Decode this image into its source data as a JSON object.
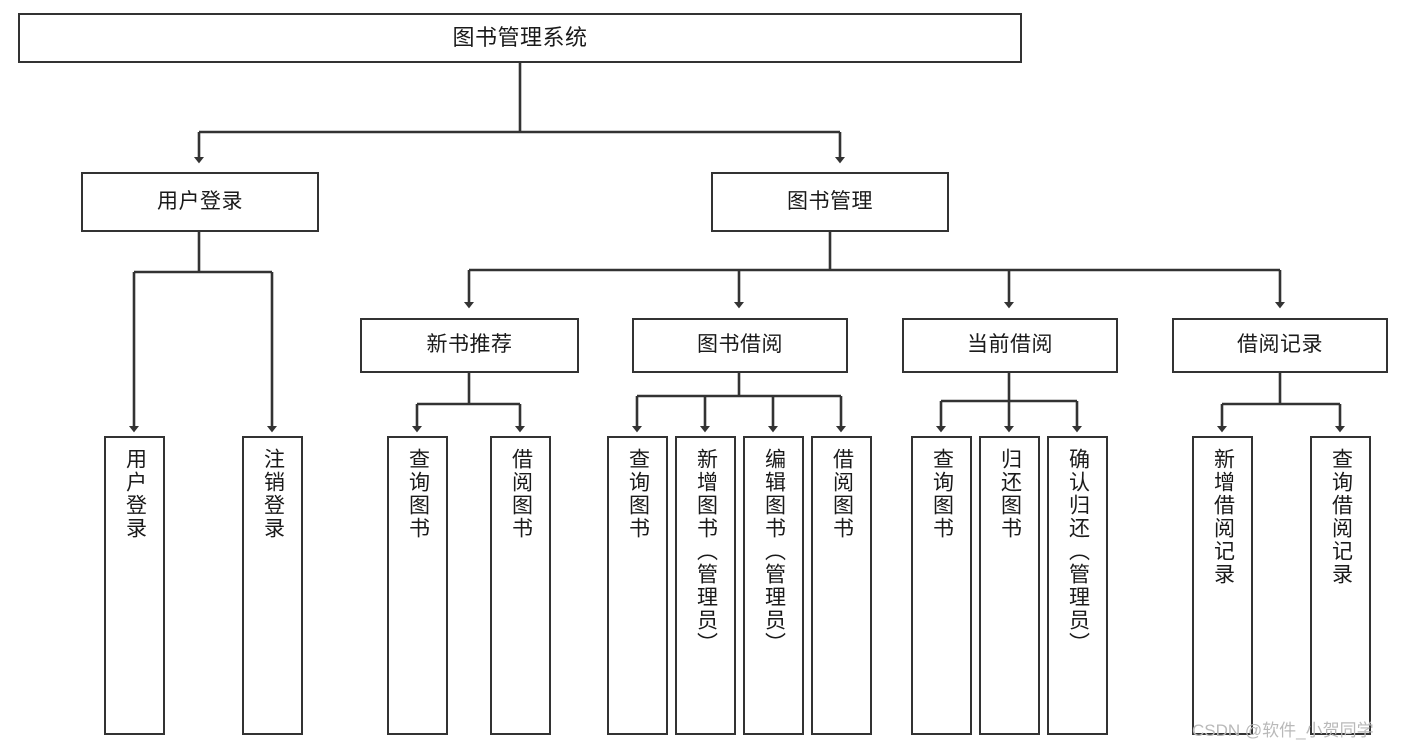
{
  "diagram": {
    "title": "图书管理系统",
    "watermark": "CSDN @软件_小贺同学",
    "stroke_color": "#333333",
    "background_color": "#ffffff",
    "text_color": "#1a1a1a",
    "nodes": {
      "root": {
        "label": "图书管理系统"
      },
      "level1": [
        {
          "label": "用户登录"
        },
        {
          "label": "图书管理"
        }
      ],
      "level2": [
        {
          "label": "新书推荐"
        },
        {
          "label": "图书借阅"
        },
        {
          "label": "当前借阅"
        },
        {
          "label": "借阅记录"
        }
      ],
      "leaves_user_login": [
        {
          "label": "用户登录"
        },
        {
          "label": "注销登录"
        }
      ],
      "leaves_new_book": [
        {
          "label": "查询图书"
        },
        {
          "label": "借阅图书"
        }
      ],
      "leaves_borrow": [
        {
          "label": "查询图书"
        },
        {
          "label": "新增图书（管理员）"
        },
        {
          "label": "编辑图书（管理员）"
        },
        {
          "label": "借阅图书"
        }
      ],
      "leaves_current": [
        {
          "label": "查询图书"
        },
        {
          "label": "归还图书"
        },
        {
          "label": "确认归还（管理员）"
        }
      ],
      "leaves_records": [
        {
          "label": "新增借阅记录"
        },
        {
          "label": "查询借阅记录"
        }
      ]
    }
  }
}
